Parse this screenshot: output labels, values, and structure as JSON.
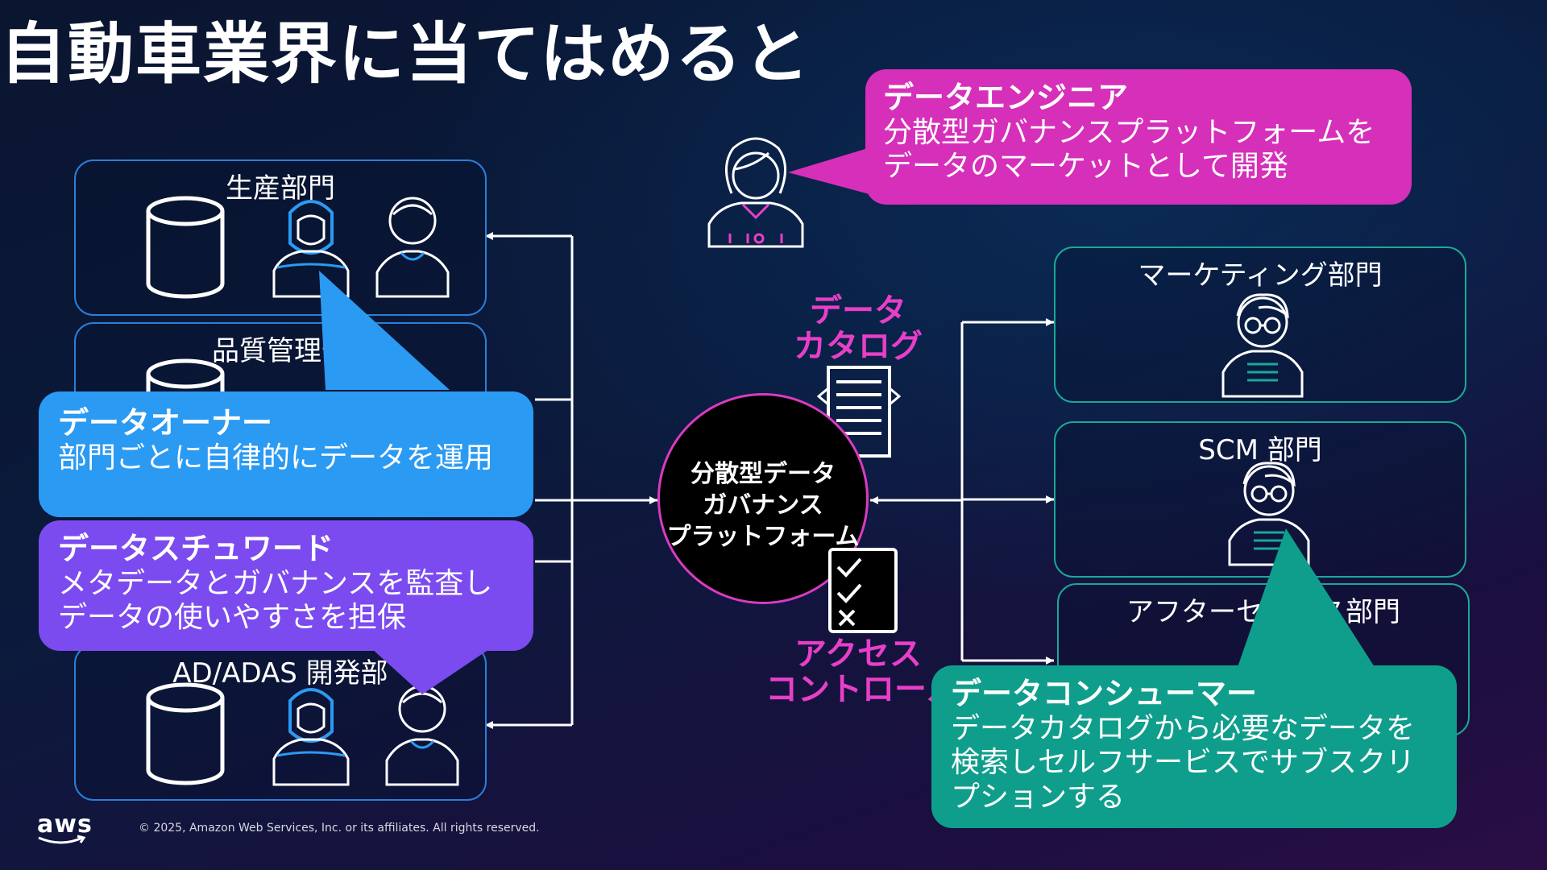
{
  "slide": {
    "title": "自動車業界に当てはめると"
  },
  "engineer_callout": {
    "heading": "データエンジニア",
    "lines": [
      "分散型ガバナンスプラットフォームを",
      "データのマーケットとして開発"
    ],
    "color": "#d62fb9"
  },
  "left_departments": [
    "生産部門",
    "品質管理部",
    "AD/ADAS 開発部"
  ],
  "right_departments": [
    "マーケティング部門",
    "SCM 部門",
    "アフターセールス部門"
  ],
  "owner_callout": {
    "heading": "データオーナー",
    "lines": [
      "部門ごとに自律的にデータを運用"
    ],
    "color": "#2b9af3"
  },
  "steward_callout": {
    "heading": "データスチュワード",
    "lines": [
      "メタデータとガバナンスを監査し",
      "データの使いやすさを担保"
    ],
    "color": "#7b4bf0"
  },
  "consumer_callout": {
    "heading": "データコンシューマー",
    "lines": [
      "データカタログから必要なデータを",
      "検索しセルフサービスでサブスクリ",
      "プションする"
    ],
    "color": "#0f9e8c"
  },
  "hub": {
    "lines": [
      "分散型データ",
      "ガバナンス",
      "プラットフォーム"
    ]
  },
  "catalog_label": [
    "データ",
    "カタログ"
  ],
  "access_label": [
    "アクセス",
    "コントロール"
  ],
  "footer": {
    "logo": "aws",
    "copyright": "© 2025, Amazon Web Services, Inc. or its affiliates. All rights reserved."
  },
  "colors": {
    "accent_magenta": "#e83fc8",
    "left_border": "#2a7fd8",
    "right_border": "#1aa897"
  }
}
